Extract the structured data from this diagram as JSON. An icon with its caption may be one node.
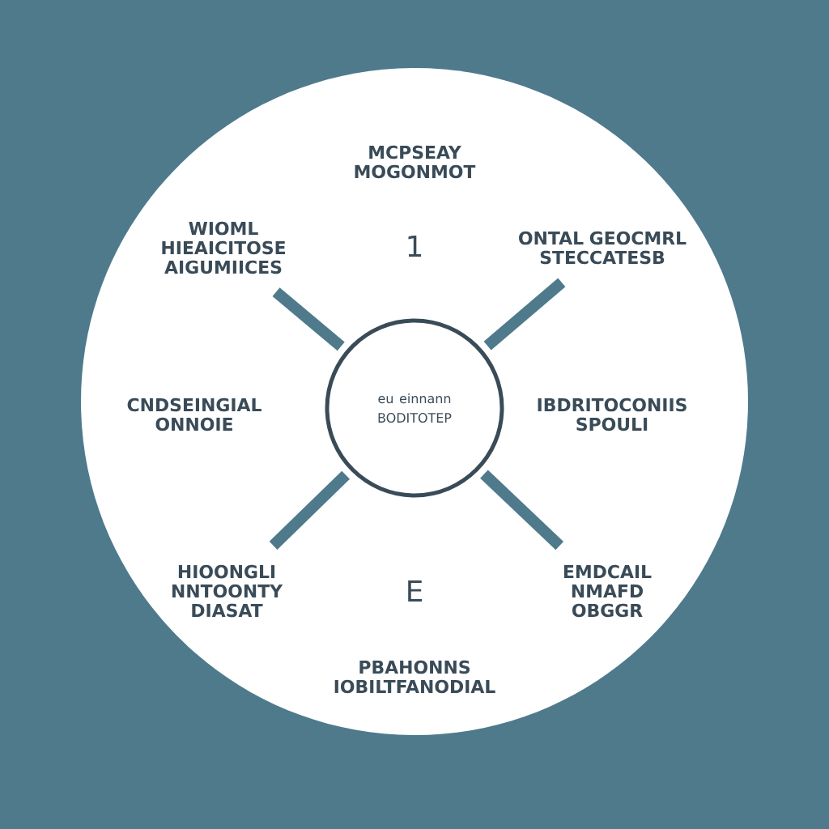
{
  "diagram": {
    "nodes": [
      {
        "text": [
          "eu einnann BODITOTEP"
        ]
      },
      {
        "text": [
          "WIOML HIEAICITOSE AIGUMIICES"
        ]
      },
      {
        "text": [
          "ONTAL GEOCMRL STECCATESB"
        ]
      },
      {
        "text": [
          "HIOONGLI NNTOONTY DIASAT"
        ]
      },
      {
        "text": [
          "EMDCAIL NMAFD OBGGR"
        ]
      }
    ],
    "edges": [
      {
        "from": 0,
        "to": 1,
        "arrow": "none"
      },
      {
        "from": 0,
        "to": 2,
        "arrow": "none"
      },
      {
        "from": 0,
        "to": 3,
        "arrow": "none"
      },
      {
        "from": 0,
        "to": 4,
        "arrow": "none"
      }
    ],
    "labels": [
      "MCPSEAY MOGONMOT",
      "1",
      "CNDSEINGIAL ONNOIE",
      "IBDRITOCONIIS SPOULI",
      "E",
      "PBAHONNS IOBILTFANODIAL"
    ]
  }
}
